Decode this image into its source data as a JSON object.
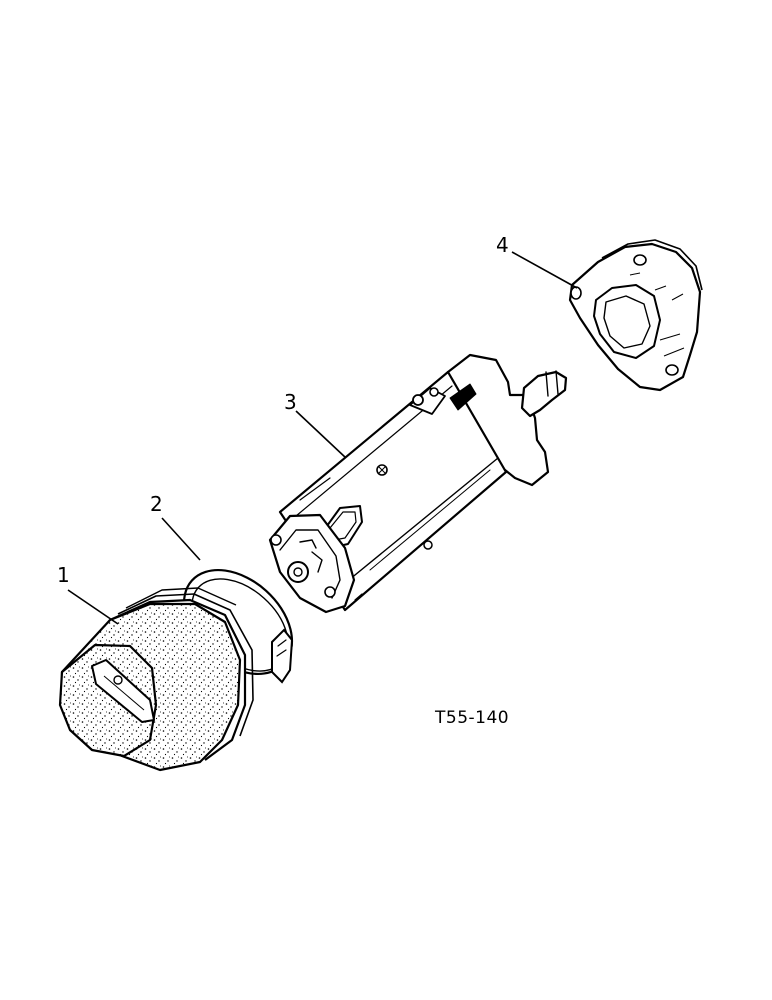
{
  "figure": {
    "figure_id": "T55-140",
    "callouts": {
      "c1": "1",
      "c2": "2",
      "c3": "3",
      "c4": "4"
    }
  }
}
